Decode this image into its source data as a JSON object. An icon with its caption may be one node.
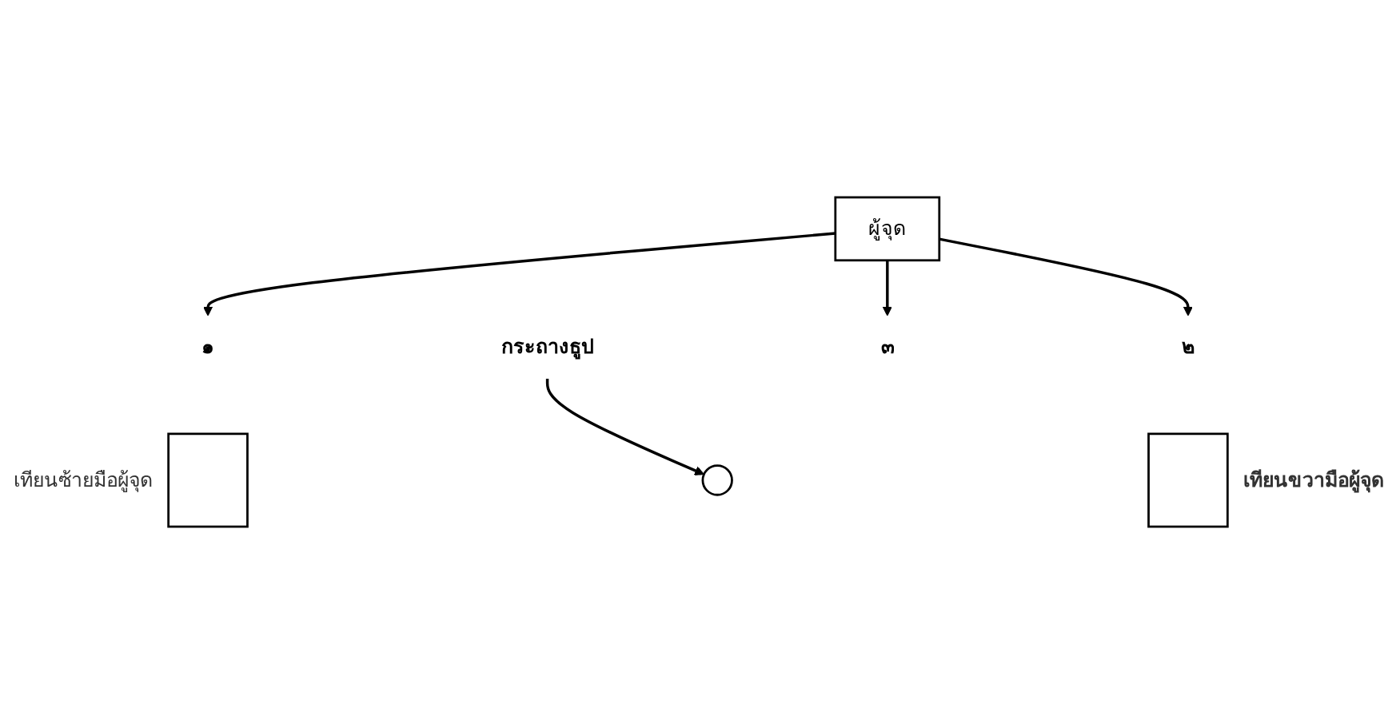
{
  "diagram": {
    "nodes": [
      {
        "text": [
          "กระถางธูป"
        ]
      },
      {
        "text": [],
        "shape": "box",
        "beside": [
          "เทียนซ้ายมือผู้จุด"
        ]
      },
      {
        "text": [],
        "shape": "circle"
      },
      {
        "text": [],
        "shape": "box",
        "beside": [
          "เทียนขวามือผู้จุด"
        ]
      },
      {
        "text": [
          "๑"
        ]
      },
      {
        "text": [
          "๓"
        ]
      },
      {
        "text": [
          "๒"
        ]
      },
      {
        "text": [
          "ผู้จุด"
        ]
      }
    ],
    "edges": [
      {
        "from": 0,
        "to": 2,
        "arrow": "to"
      },
      {
        "from": 7,
        "to": 4,
        "arrow": "to"
      },
      {
        "from": 7,
        "to": 5,
        "arrow": "to"
      },
      {
        "from": 7,
        "to": 6,
        "arrow": "to"
      }
    ]
  }
}
